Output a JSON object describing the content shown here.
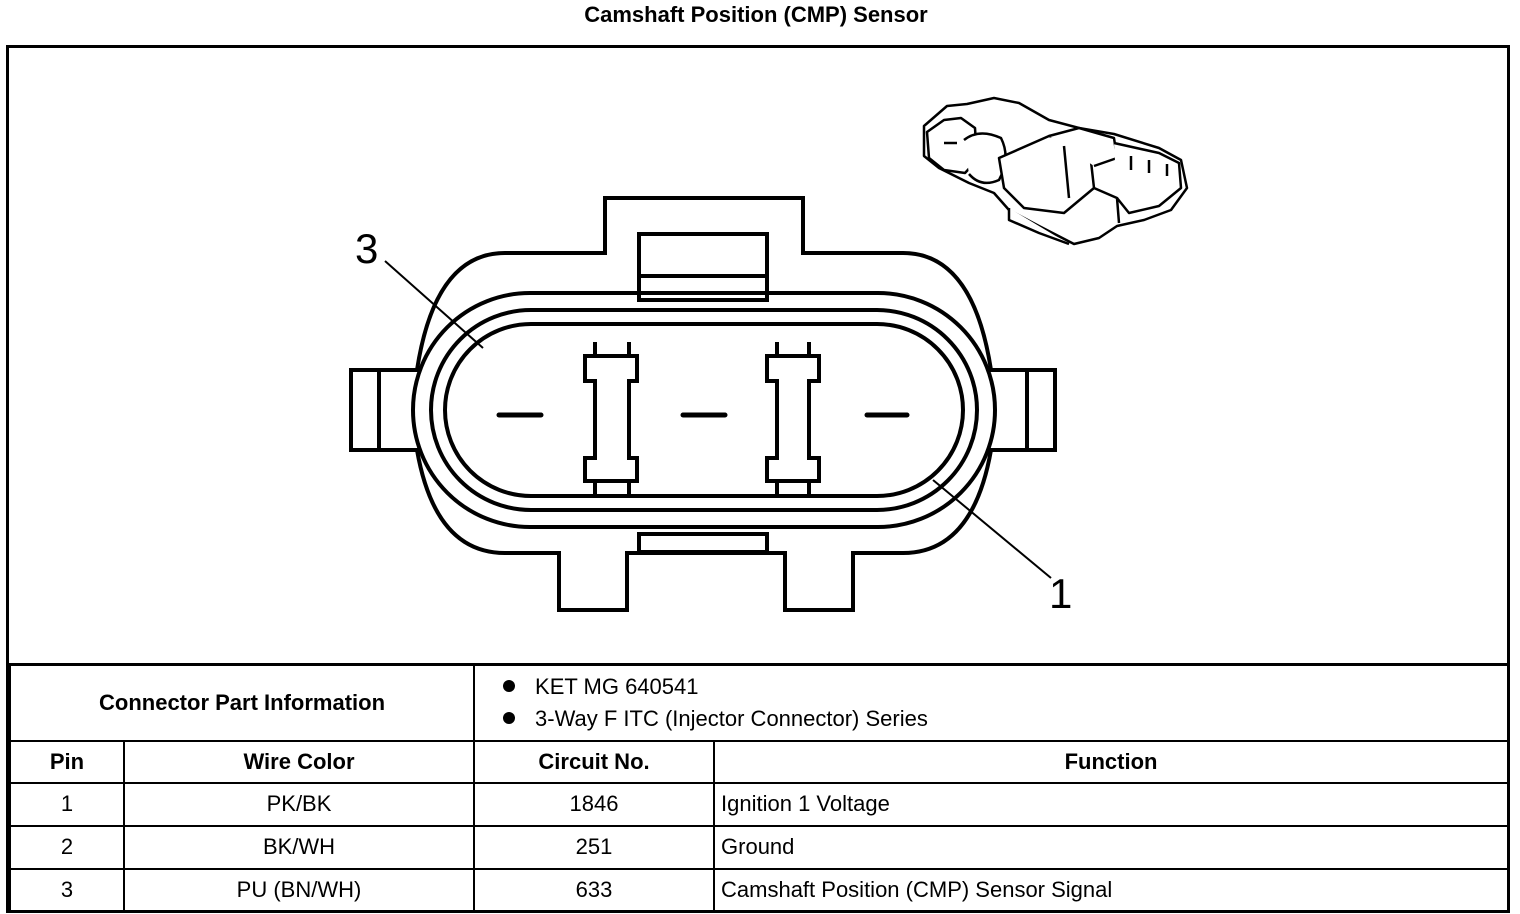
{
  "title": "Camshaft Position (CMP) Sensor",
  "callouts": {
    "left": "3",
    "right": "1"
  },
  "connector_info": {
    "label": "Connector Part Information",
    "parts": [
      "KET MG 640541",
      "3-Way F ITC (Injector Connector) Series"
    ]
  },
  "table": {
    "headers": {
      "pin": "Pin",
      "wire_color": "Wire Color",
      "circuit": "Circuit No.",
      "function": "Function"
    },
    "rows": [
      {
        "pin": "1",
        "wire_color": "PK/BK",
        "circuit": "1846",
        "function": "Ignition 1 Voltage"
      },
      {
        "pin": "2",
        "wire_color": "BK/WH",
        "circuit": "251",
        "function": "Ground"
      },
      {
        "pin": "3",
        "wire_color": "PU (BN/WH)",
        "circuit": "633",
        "function": "Camshaft Position (CMP) Sensor Signal"
      }
    ]
  }
}
